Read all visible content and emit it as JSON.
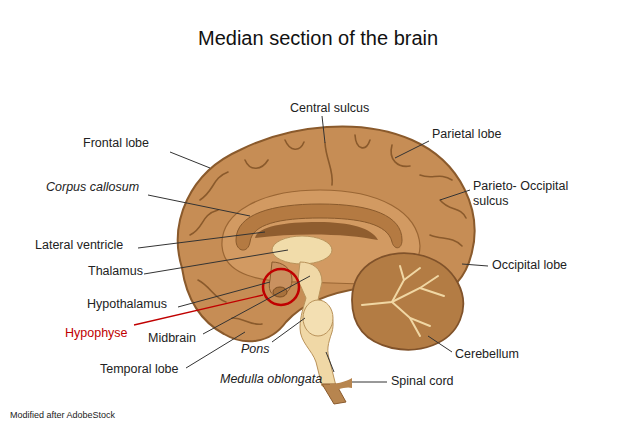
{
  "diagram": {
    "title": "Median section of the brain",
    "labels": [
      "Central sulcus",
      "Parietal lobe",
      "Frontal lobe",
      "Corpus callosum",
      "Parieto- Occipital sulcus",
      "Lateral ventricle",
      "Thalamus",
      "Occipital lobe",
      "Hypothalamus",
      "Hypophyse",
      "Midbrain",
      "Pons",
      "Cerebellum",
      "Temporal lobe",
      "Medulla oblongata",
      "Spinal cord",
      "Modified after AdobeStock"
    ]
  }
}
